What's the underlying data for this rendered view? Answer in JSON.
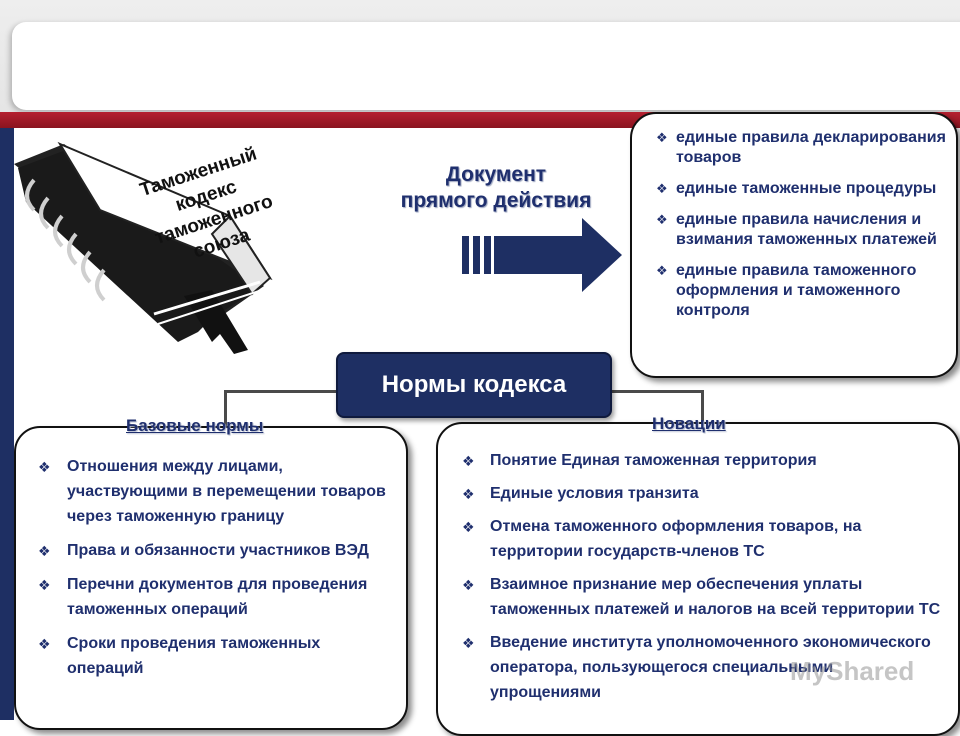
{
  "book": {
    "title": "Таможенный\nкодекс\nтаможенного\nсоюза"
  },
  "document": {
    "label": "Документ\nпрямого действия"
  },
  "direct_action_items": [
    "единые правила декларирования товаров",
    "единые таможенные процедуры",
    "единые правила начисления и взимания таможенных платежей",
    "единые правила таможенного оформления и таможенного контроля"
  ],
  "norms": {
    "title": "Нормы кодекса",
    "base_label": "Базовые нормы",
    "new_label": "Новации"
  },
  "base_items": [
    "Отношения между лицами, участвующими в перемещении товаров через таможенную границу",
    "Права и обязанности участников ВЭД",
    "Перечни документов для проведения таможенных операций",
    "Сроки проведения таможенных операций"
  ],
  "new_items": [
    "Понятие Единая таможенная территория",
    "Единые условия транзита",
    "Отмена таможенного оформления товаров, на территории государств-членов ТС",
    "Взаимное признание мер обеспечения уплаты таможенных платежей и налогов на всей территории ТС",
    "Введение института уполномоченного экономического оператора, пользующегося специальными упрощениями"
  ],
  "watermark": "MyShared",
  "colors": {
    "navy": "#1e2f63",
    "text_blue": "#1f2f6e",
    "red_stripe": "#b52030"
  },
  "icons": {
    "bullet": "diamond-bullet-icon",
    "book": "book-icon",
    "arrow": "right-arrow-icon"
  }
}
